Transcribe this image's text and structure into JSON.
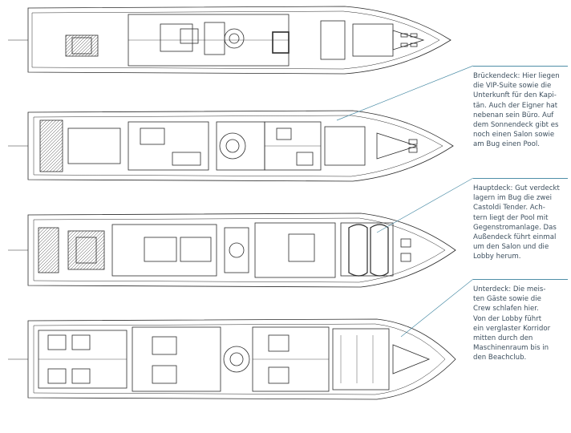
{
  "captions": {
    "bridge_deck": "Brückendeck: Hier liegen\ndie VIP-Suite sowie die\nUnterkunft für den Kapi-\ntän. Auch der Eigner hat\nnebenan sein Büro. Auf\ndem Sonnendeck gibt es\nnoch einen Salon sowie\nam Bug einen Pool.",
    "main_deck": "Hauptdeck: Gut verdeckt\nlagern im Bug die zwei\nCastoldi Tender. Ach-\ntern liegt der Pool mit\nGegenstromanlage. Das\nAußendeck führt einmal\num den Salon und die\nLobby herum.",
    "lower_deck": "Unterdeck: Die meis-\nten Gäste sowie die\nCrew schlafen hier.\nVon der Lobby führt\nein verglaster Korridor\nmitten durch den\nMaschinenraum bis in\nden Beachclub."
  },
  "colors": {
    "line": "#2b2b2b",
    "leader": "#4f8fa8",
    "caption_text": "#3d4f5e"
  }
}
